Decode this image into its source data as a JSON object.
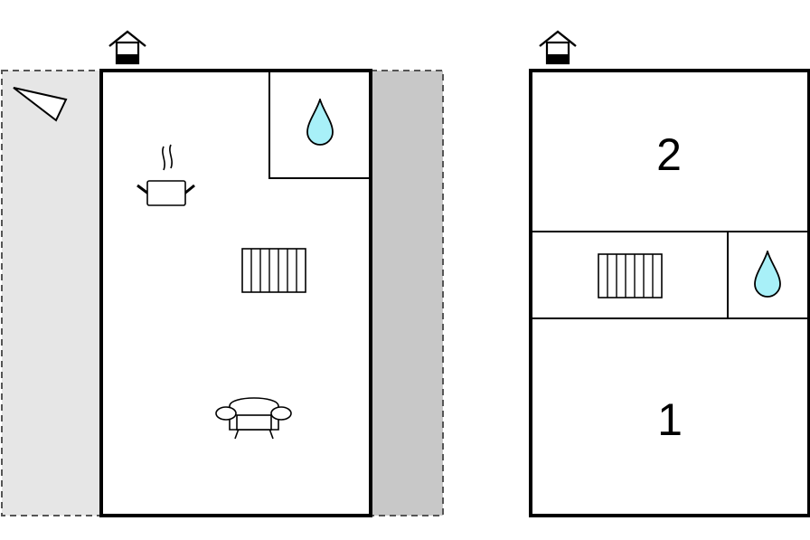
{
  "plans": [
    {
      "id": "floor-1",
      "rooms": [
        {
          "type": "kitchen",
          "icon": "cooking-pot-icon"
        },
        {
          "type": "bathroom",
          "icon": "water-drop-icon"
        },
        {
          "type": "heating",
          "icon": "radiator-icon"
        },
        {
          "type": "living-room",
          "icon": "sofa-icon"
        }
      ],
      "features": [
        {
          "type": "terrace",
          "color": "#e6e6e6"
        },
        {
          "type": "outdoor-area",
          "color": "#c8c8c8"
        },
        {
          "type": "view-direction",
          "icon": "view-cone-icon"
        },
        {
          "type": "entrance",
          "icon": "house-entrance-icon"
        }
      ]
    },
    {
      "id": "floor-2",
      "rooms": [
        {
          "type": "bedroom",
          "label": "2"
        },
        {
          "type": "heating",
          "icon": "radiator-icon"
        },
        {
          "type": "bathroom",
          "icon": "water-drop-icon"
        },
        {
          "type": "bedroom",
          "label": "1"
        }
      ],
      "features": [
        {
          "type": "entrance",
          "icon": "house-entrance-icon"
        }
      ]
    }
  ],
  "colors": {
    "water": "#a8f0f8",
    "wall": "#000000",
    "terrace_light": "#e6e6e6",
    "terrace_dark": "#c8c8c8"
  }
}
